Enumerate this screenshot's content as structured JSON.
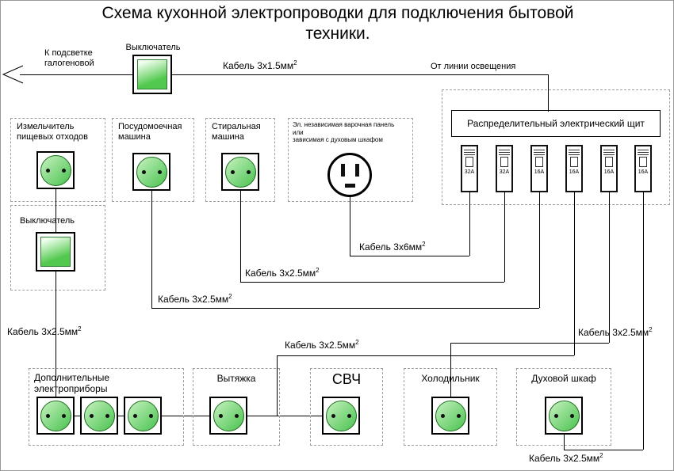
{
  "title": "Схема кухонной электропроводки для подключения бытовой техники.",
  "colors": {
    "socket_green": "#49c24f",
    "wire": "#000000",
    "dashed_border": "#9f9f9f"
  },
  "top": {
    "to_halogen_label": "К подсветке галогеновой",
    "switch_label": "Выключатель",
    "from_lighting_label": "От линии освещения"
  },
  "panel": {
    "title": "Распределительный электрический щит",
    "breakers": [
      "32А",
      "32А",
      "16А",
      "16А",
      "16А",
      "16А"
    ]
  },
  "appliances": {
    "grinder": "Измельчитель пищевых отходов",
    "grinder_switch": "Выключатель",
    "dishwasher": "Посудомоечная машина",
    "washer": "Стиральная машина",
    "hob": "Эл. независимая варочная панель\nили\nзависимая с духовым шкафом",
    "extra": "Дополнительные электроприборы",
    "hood": "Вытяжка",
    "microwave": "СВЧ",
    "fridge": "Холодильник",
    "oven": "Духовой шкаф"
  },
  "cables": {
    "c15": {
      "text": "Кабель 3х1.5мм",
      "sup": "2"
    },
    "c6": {
      "text": "Кабель 3х6мм",
      "sup": "2"
    },
    "c25": {
      "text": "Кабель 3х2.5мм",
      "sup": "2"
    }
  }
}
